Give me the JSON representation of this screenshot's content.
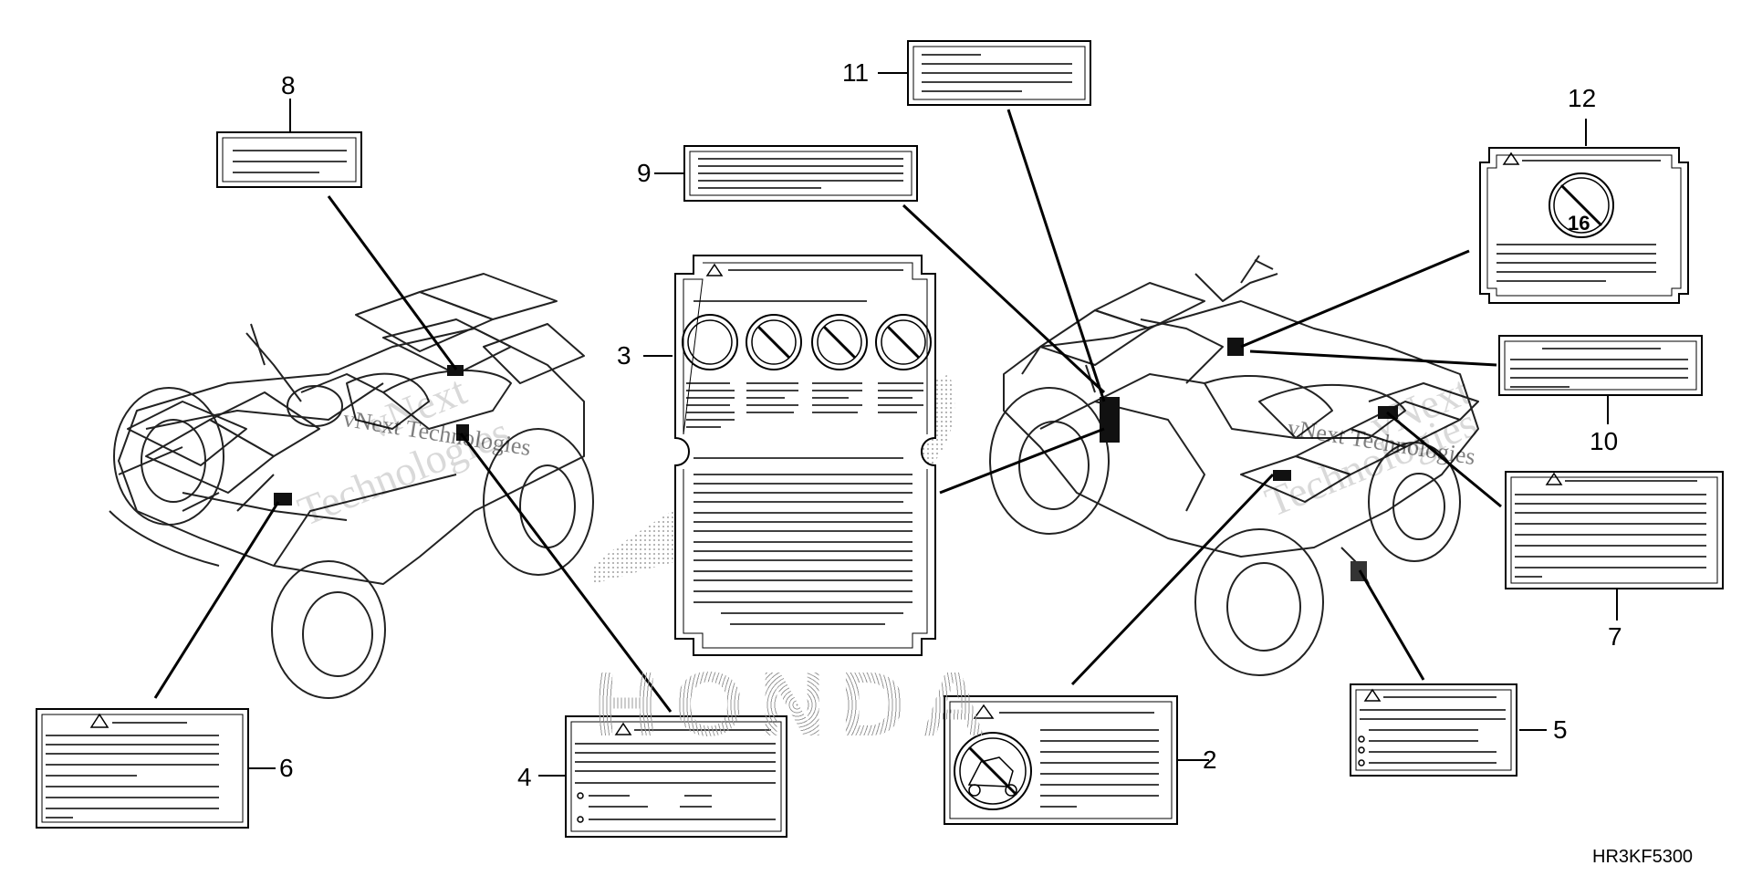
{
  "callouts": {
    "n1": "11",
    "n2": "2",
    "n3": "3",
    "n4": "4",
    "n5": "5",
    "n6": "6",
    "n7": "7",
    "n8": "8",
    "n9": "9",
    "n10": "10",
    "n11": "12"
  },
  "diagram_code": "HR3KF5300",
  "watermark": {
    "line1": "vNext",
    "line2": "Technologies",
    "inline": "vNext Technologies"
  },
  "brand_mark": "HONDA",
  "sign_number": "16"
}
